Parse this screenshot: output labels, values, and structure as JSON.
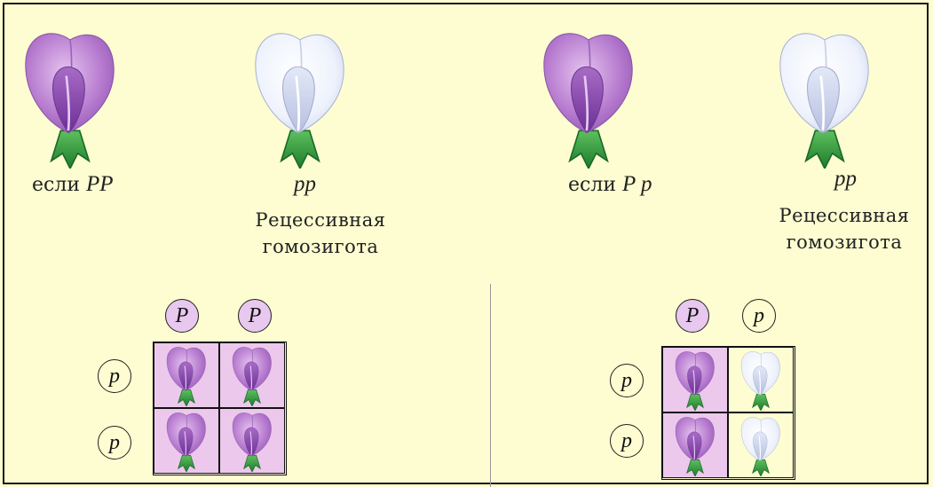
{
  "colors": {
    "background": "#fdfdd1",
    "purple_petal": "#b679cc",
    "white_petal": "#e8eefb",
    "stem": "#2c9a3a",
    "dominant_gamete": "#e8c8ee"
  },
  "left": {
    "dominant_label_prefix": "если",
    "dominant_genotype": "PP",
    "recessive_genotype": "pp",
    "recessive_desc_line1": "Рецессивная",
    "recessive_desc_line2": "гомозигота",
    "top_gametes": [
      "P",
      "P"
    ],
    "side_gametes": [
      "p",
      "p"
    ],
    "cells": [
      "purple",
      "purple",
      "purple",
      "purple"
    ]
  },
  "right": {
    "dominant_label_prefix": "если",
    "dominant_genotype": "P p",
    "recessive_genotype": "pp",
    "recessive_desc_line1": "Рецессивная",
    "recessive_desc_line2": "гомозигота",
    "top_gametes": [
      "P",
      "p"
    ],
    "side_gametes": [
      "p",
      "p"
    ],
    "cells": [
      "purple",
      "white",
      "purple",
      "white"
    ]
  }
}
